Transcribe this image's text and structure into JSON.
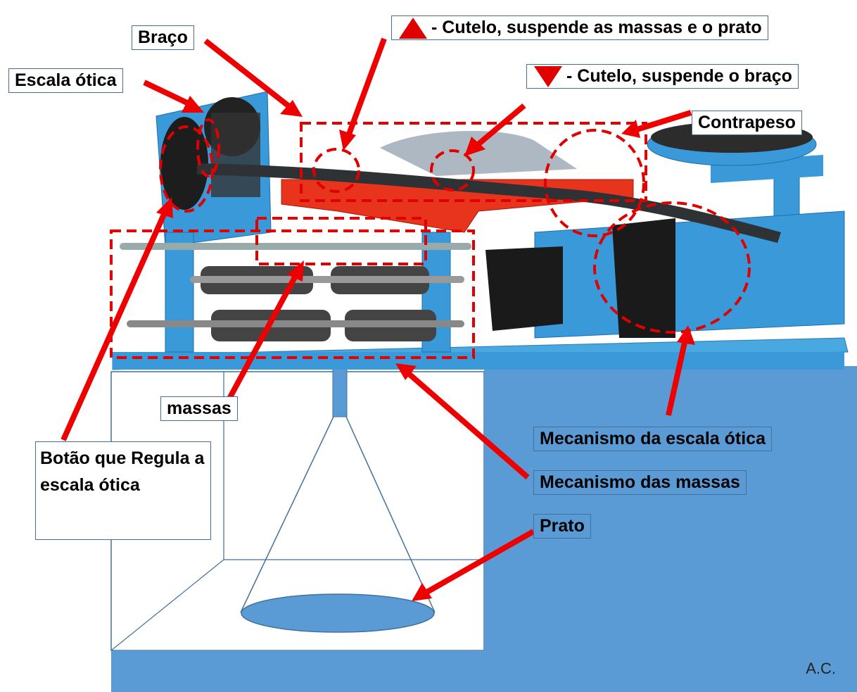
{
  "labels": {
    "braco": "Braço",
    "escala_otica": "Escala ótica",
    "cutelo_up": "- Cutelo, suspende as massas e o prato",
    "cutelo_down": "- Cutelo, suspende o braço",
    "contrapeso": "Contrapeso",
    "massas": "massas",
    "botao": "Botão que Regula a escala ótica",
    "mec_escala": "Mecanismo da escala ótica",
    "mec_massas": "Mecanismo das massas",
    "prato": "Prato"
  },
  "credit": "A.C.",
  "colors": {
    "machine_blue": "#3a9ad9",
    "panel_blue": "#5b9bd5",
    "arrow_red": "#ee0000",
    "arm_red": "#e8341c"
  }
}
